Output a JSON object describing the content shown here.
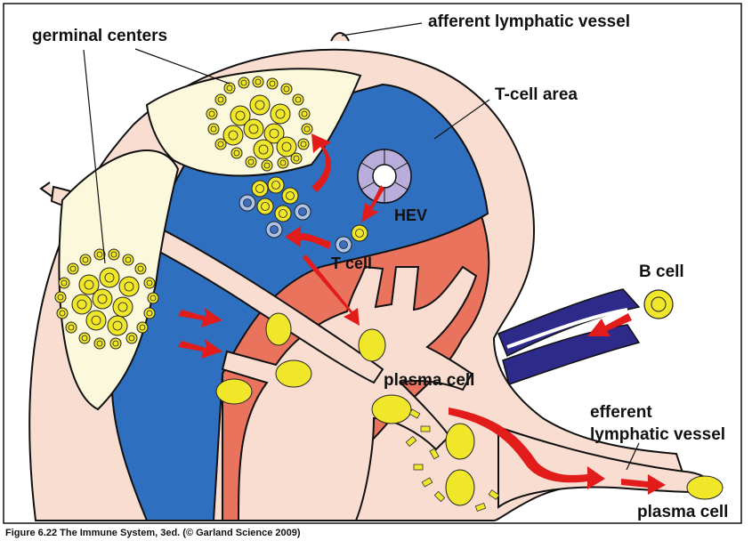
{
  "labels": {
    "afferent": "afferent lymphatic vessel",
    "germinal": "germinal centers",
    "tcell_area": "T-cell area",
    "hev": "HEV",
    "tcell": "T cell",
    "bcell": "B cell",
    "plasma_center": "plasma cell",
    "efferent_line1": "efferent",
    "efferent_line2": "lymphatic vessel",
    "plasma_right": "plasma cell"
  },
  "caption": "Figure 6.22  The Immune System, 3ed. (© Garland Science 2009)",
  "colors": {
    "capsule": "#f8ddd0",
    "tissue_outline": "#111111",
    "follicle": "#fcf8dc",
    "t_cell_area": "#2f6fc0",
    "medulla": "#e9735c",
    "vein": "#2d2a8a",
    "cell_yellow": "#f0e62a",
    "arrow_red": "#e21b1b",
    "hev_purple": "#b8addb"
  }
}
